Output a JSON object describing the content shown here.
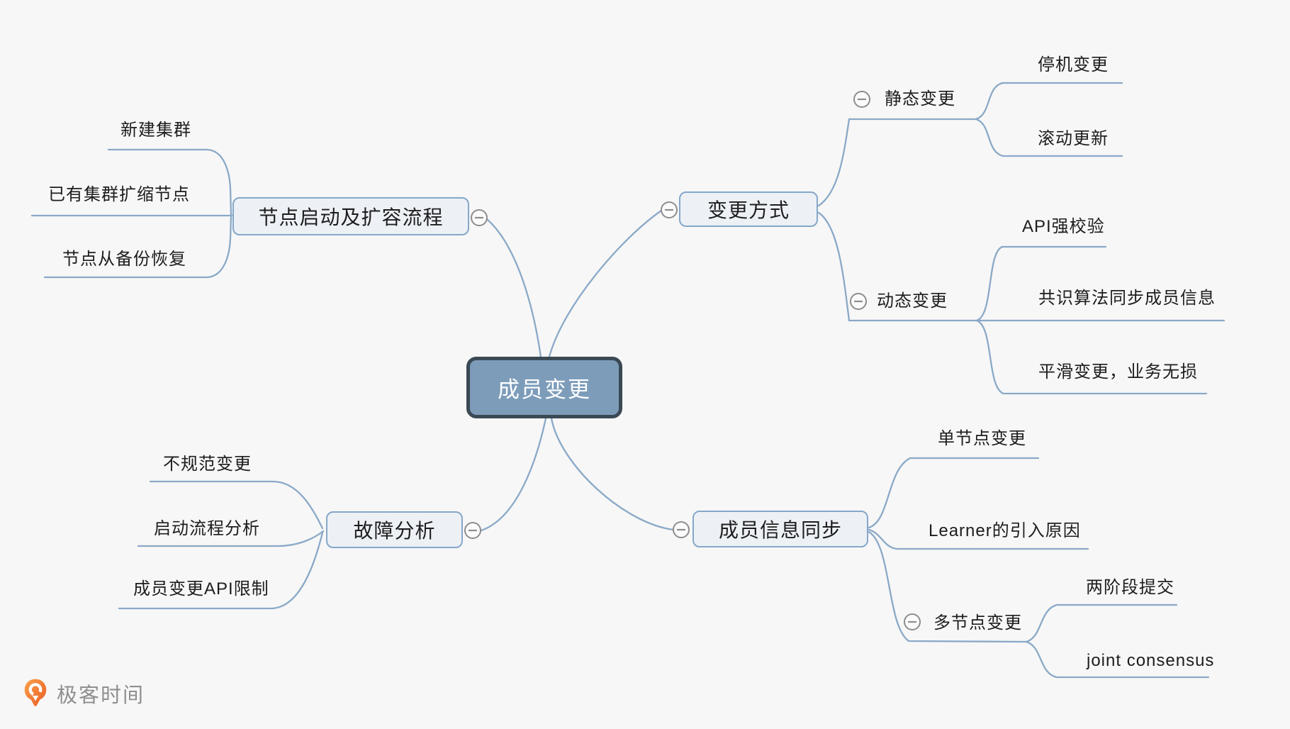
{
  "root": {
    "label": "成员变更"
  },
  "branches": [
    {
      "label": "节点启动及扩容流程",
      "children": [
        {
          "label": "新建集群"
        },
        {
          "label": "已有集群扩缩节点"
        },
        {
          "label": "节点从备份恢复"
        }
      ]
    },
    {
      "label": "变更方式",
      "children": [
        {
          "label": "静态变更",
          "children": [
            {
              "label": "停机变更"
            },
            {
              "label": "滚动更新"
            }
          ]
        },
        {
          "label": "动态变更",
          "children": [
            {
              "label": "API强校验"
            },
            {
              "label": "共识算法同步成员信息"
            },
            {
              "label": "平滑变更，业务无损"
            }
          ]
        }
      ]
    },
    {
      "label": "故障分析",
      "children": [
        {
          "label": "不规范变更"
        },
        {
          "label": "启动流程分析"
        },
        {
          "label": "成员变更API限制"
        }
      ]
    },
    {
      "label": "成员信息同步",
      "children": [
        {
          "label": "单节点变更"
        },
        {
          "label": "Learner的引入原因"
        },
        {
          "label": "多节点变更",
          "children": [
            {
              "label": "两阶段提交"
            },
            {
              "label": "joint consensus"
            }
          ]
        }
      ]
    }
  ],
  "logo": {
    "brand": "极客时间"
  },
  "palette": {
    "background": "#f7f7f7",
    "wire": "#8aa9c7",
    "branch_fill": "#edf1f6",
    "branch_border": "#85a7c9",
    "root_fill": "#7d9cba",
    "root_border": "#3a4954",
    "root_text": "#ffffff",
    "text": "#1d1d1d",
    "collapse_icon": "#8d8d8d",
    "logo_orange_light": "#f9a24a",
    "logo_orange_dark": "#ec5b23",
    "logo_text": "#8f8f8f"
  }
}
